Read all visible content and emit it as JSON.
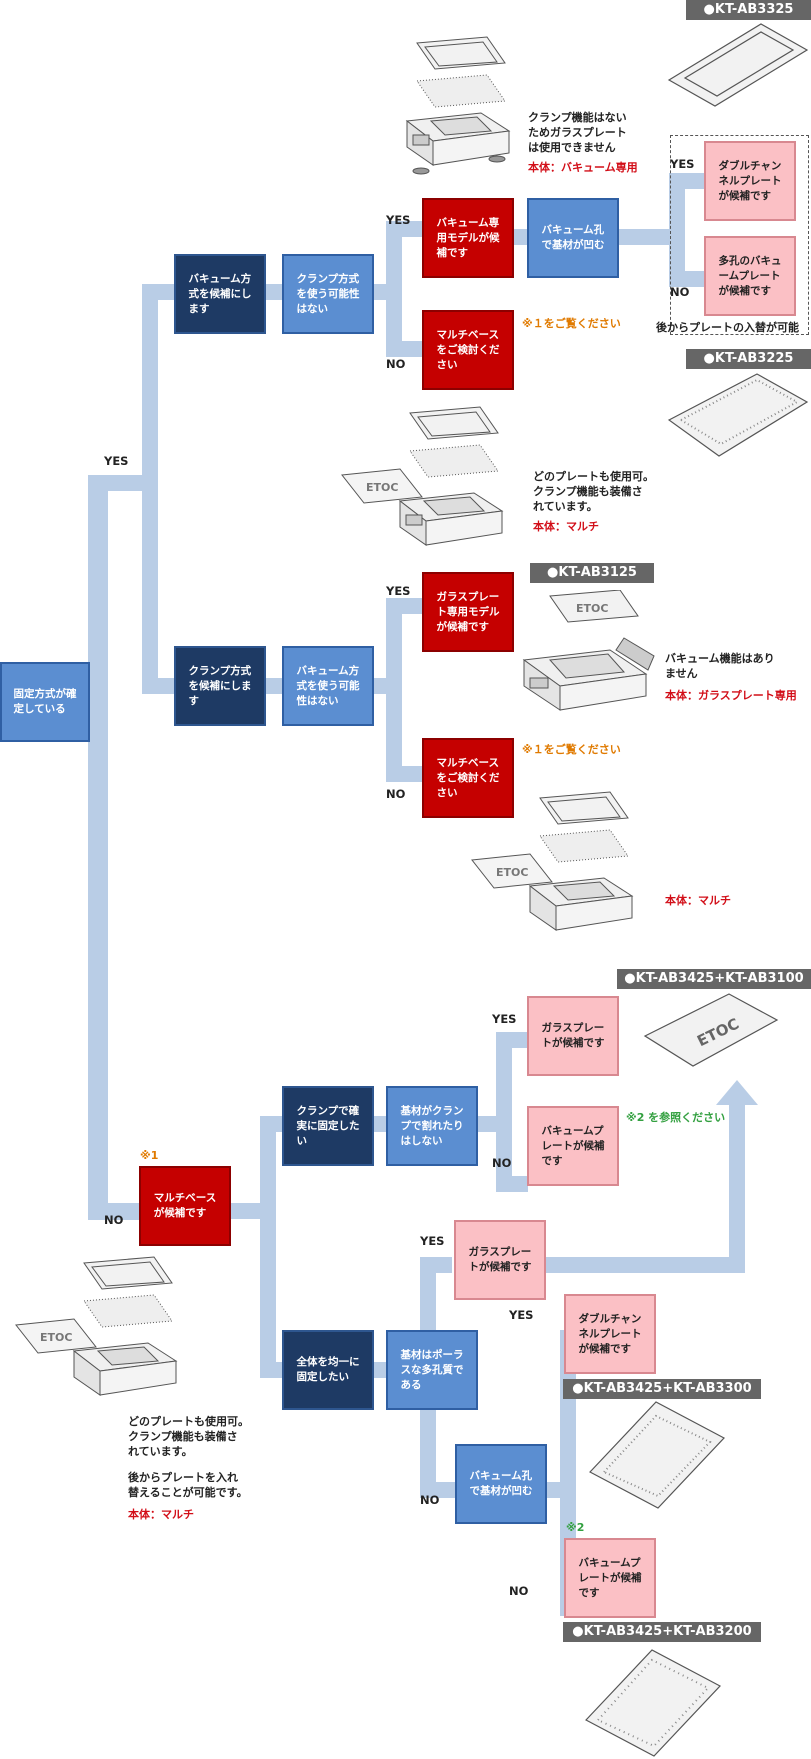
{
  "nodes": {
    "root": "固定方式が確\n定している",
    "vacuum_candidate": "バキューム方\n式を候補にし\nます",
    "clamp_possible_q": "クランプ方式\nを使う可能性\nはない",
    "vacuum_only_model": "バキューム専\n用モデルが候\n補です",
    "vacuum_hole_dent_top": "バキューム孔\nで基材が凹む",
    "double_channel_top": "ダブルチャン\nネルプレート\nが候補です",
    "multi_hole_vacuum": "多孔のバキュ\nームプレート\nが候補です",
    "multibase_top": "マルチベース\nをご検討くだ\nさい",
    "clamp_candidate": "クランプ方式\nを候補にしま\nす",
    "vacuum_possible_q": "バキューム方\n式を使う可能\n性はない",
    "glass_only_model": "ガラスプレー\nト専用モデル\nが候補です",
    "multibase_mid": "マルチベース\nをご検討くだ\nさい",
    "multibase_candidate": "マルチベース\nが候補です",
    "secure_clamp": "クランプで確\n実に固定した\nい",
    "no_crack": "基材がクラン\nプで割れたり\nはしない",
    "glass_plate_a": "ガラスプレー\nトが候補です",
    "vacuum_plate_a": "バキュームプ\nレートが候補\nです",
    "uniform_fix": "全体を均一に\n固定したい",
    "porous": "基材はポーラ\nスな多孔質で\nある",
    "glass_plate_b": "ガラスプレー\nトが候補です",
    "vacuum_hole_dent_bottom": "バキューム孔\nで基材が凹む",
    "double_channel_bottom": "ダブルチャン\nネルプレート\nが候補です",
    "vacuum_plate_b": "バキュームプ\nレートが候補\nです"
  },
  "labels": {
    "yes": "YES",
    "no": "NO"
  },
  "notes": {
    "no_glass": "クランプ機能はない\nためガラスプレート\nは使用できません",
    "body_vacuum_only": "本体：バキューム専用",
    "see_note1": "※１をご覧ください",
    "see_note1_b": "※１をご覧ください",
    "any_plate": "どのプレートも使用可。\nクランプ機能も装備さ\nれています。",
    "body_multi": "本体：マルチ",
    "no_vacuum": "バキューム機能はあり\nません",
    "body_glass_only": "本体：ガラスプレート専用",
    "body_multi_b": "本体：マルチ",
    "swap_later": "後からプレートの入替が可能",
    "see_note2": "※2 を参照ください",
    "mark1": "※1",
    "mark2": "※2",
    "bottom_any_plate": "どのプレートも使用可。\nクランプ機能も装備さ\nれています。",
    "bottom_swap": "後からプレートを入れ\n替えることが可能です。",
    "bottom_body_multi": "本体：マルチ"
  },
  "products": {
    "ab3325": "●KT-AB3325",
    "ab3225": "●KT-AB3225",
    "ab3125": "●KT-AB3125",
    "ab3425_3100": "●KT-AB3425+KT-AB3100",
    "ab3425_3300": "●KT-AB3425+KT-AB3300",
    "ab3425_3200": "●KT-AB3425+KT-AB3200"
  },
  "colors": {
    "connector": "#b9cde6",
    "light_blue_box": "#5b8ed1",
    "navy_box": "#1e3a64",
    "red_box": "#c50000",
    "pink_box": "#fbc0c5"
  },
  "icons": [
    "coater-machine-icon",
    "plate-stack-icon",
    "glass-plate-icon",
    "vacuum-plate-icon",
    "printed-plate-icon"
  ]
}
